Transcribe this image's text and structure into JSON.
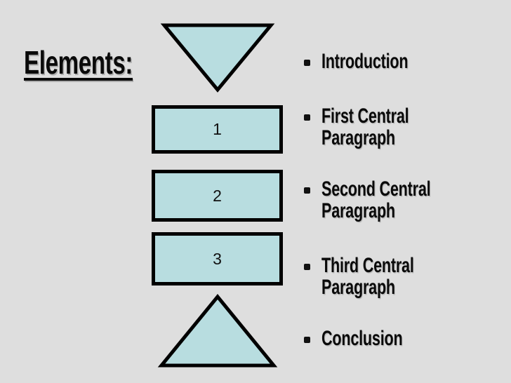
{
  "background_color": "#dedede",
  "title": {
    "text": "Elements:"
  },
  "shapes": {
    "fill_color": "#b8dde0",
    "stroke_color": "#000000",
    "top_triangle": "inverted-triangle",
    "bottom_triangle": "upright-triangle",
    "boxes": [
      {
        "label": "1"
      },
      {
        "label": "2"
      },
      {
        "label": "3"
      }
    ]
  },
  "bullets": {
    "marker_color": "#111111",
    "items": [
      {
        "label": "Introduction"
      },
      {
        "label": "First Central\nParagraph"
      },
      {
        "label": "Second Central\nParagraph"
      },
      {
        "label": "Third Central\nParagraph"
      },
      {
        "label": "Conclusion"
      }
    ]
  }
}
